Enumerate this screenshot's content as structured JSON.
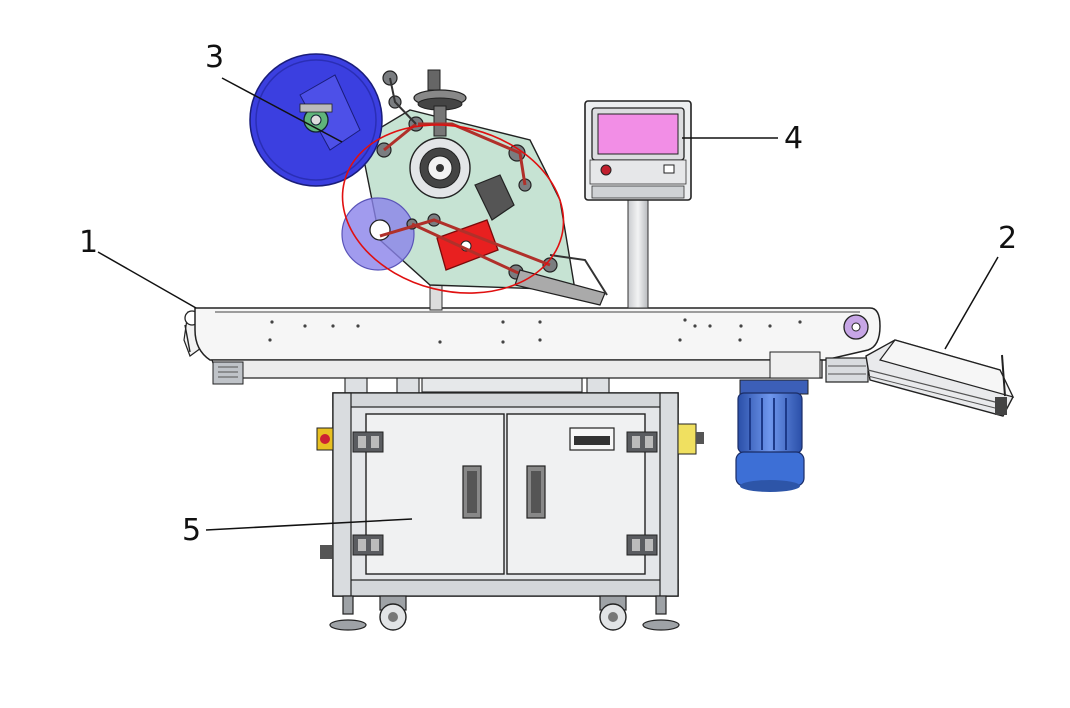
{
  "callouts": {
    "c1": "1",
    "c2": "2",
    "c3": "3",
    "c4": "4",
    "c5": "5"
  },
  "colors": {
    "label_reel": "#3b3fe0",
    "backing_roll": "#8a82ea",
    "highlight_ellipse": "#e01010",
    "applicator_block": "#e82020",
    "head_plate": "#c6e3d3",
    "screen": "#f28ee6",
    "motor": "#3d6fd6",
    "frame": "#d7d9dc"
  }
}
